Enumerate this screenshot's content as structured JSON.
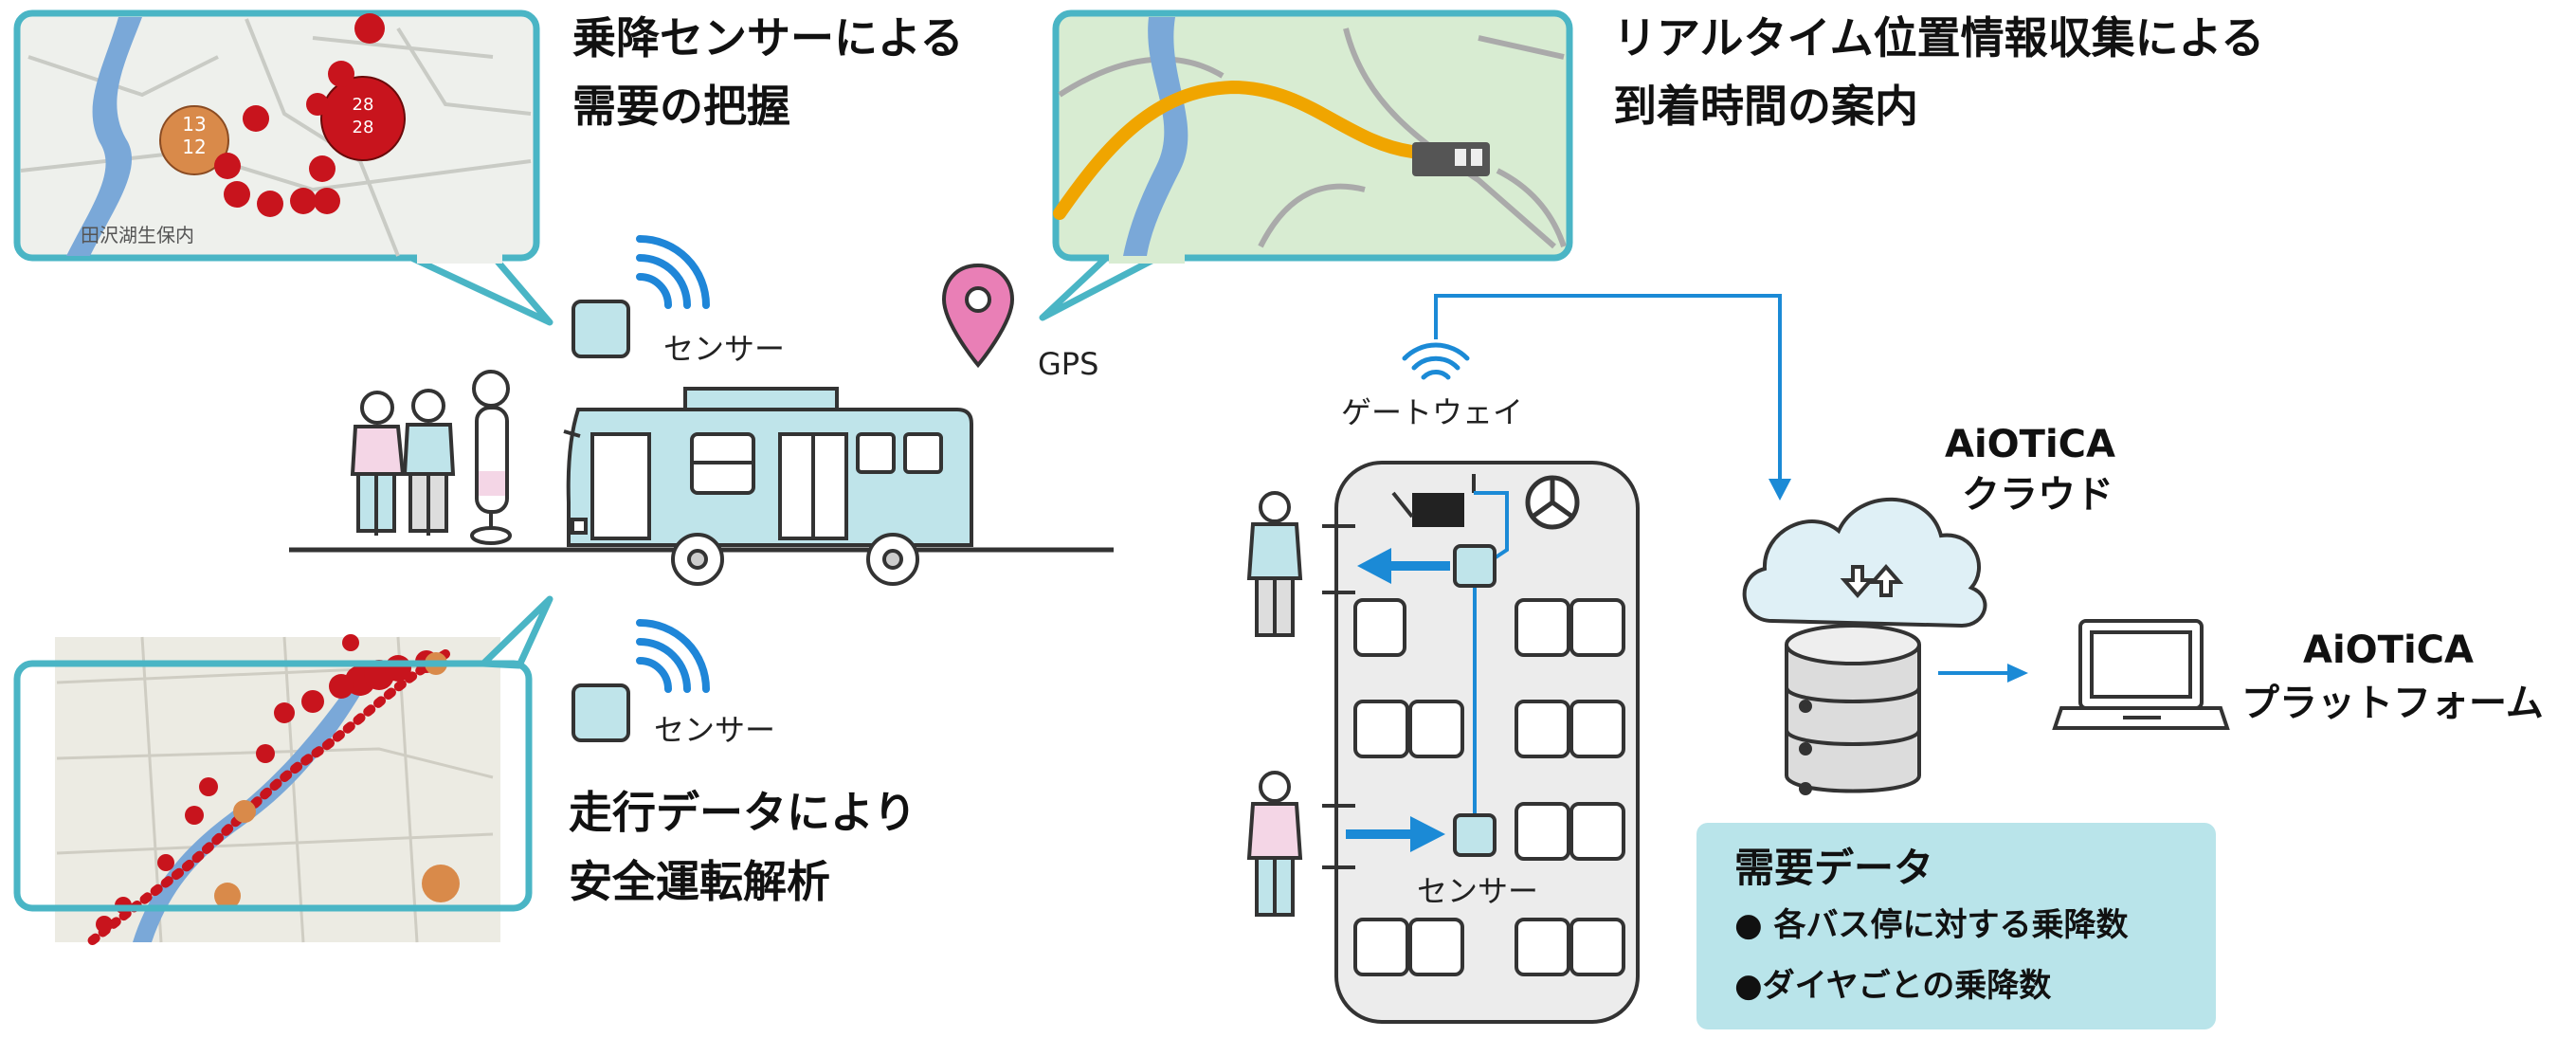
{
  "headings": {
    "sensor_demand_line1": "乗降センサーによる",
    "sensor_demand_line2": "需要の把握",
    "realtime_line1": "リアルタイム位置情報収集による",
    "realtime_line2": "到着時間の案内",
    "driving_line1": "走行データにより",
    "driving_line2": "安全運転解析"
  },
  "labels": {
    "sensor_top": "センサー",
    "sensor_bottom": "センサー",
    "gps": "GPS",
    "gateway": "ゲートウェイ",
    "sensor_bus": "センサー",
    "cloud_line1": "AiOTiCA",
    "cloud_line2": "クラウド",
    "platform_line1": "AiOTiCA",
    "platform_line2": "プラットフォーム"
  },
  "demand": {
    "title": "需要データ",
    "items": [
      "● 各バス停に対する乗降数",
      "●ダイヤごとの乗降数"
    ]
  },
  "map_texts": {
    "top_left_map_label": "田沢湖生保内",
    "bubble_big_a": "13",
    "bubble_big_b": "12",
    "bubble_red_a": "28",
    "bubble_red_b": "28"
  },
  "colors": {
    "callout_border": "#4ab5c5",
    "bus_fill": "#bfe4ea",
    "bus_stroke": "#333333",
    "wifi_blue": "#1f86d8",
    "arrow_blue": "#1b8ad6",
    "gps_pin": "#e97fb6",
    "route_orange": "#f0a500",
    "river_blue": "#7aa8d8",
    "map_green": "#d8ecd2",
    "demand_box": "#b9e4ea",
    "red_marker": "#c8141d",
    "orange_marker": "#d98a4a"
  }
}
